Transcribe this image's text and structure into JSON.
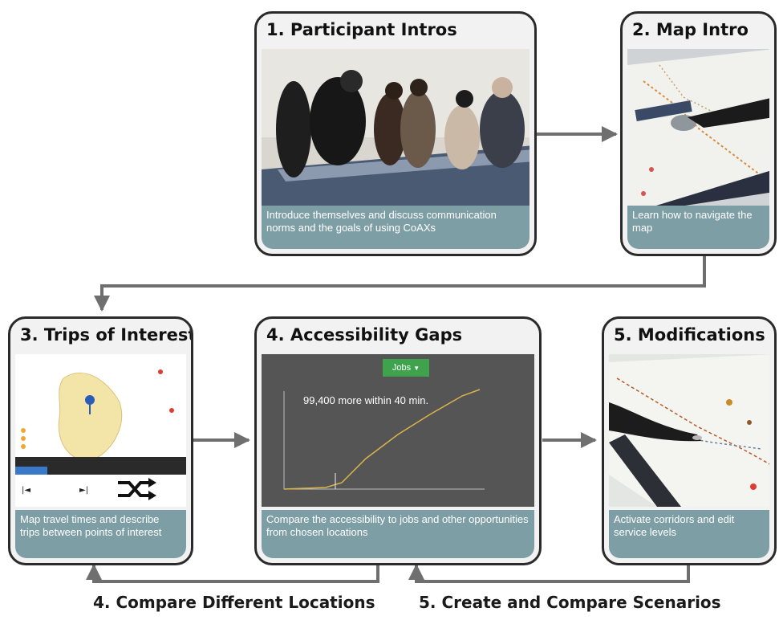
{
  "steps": [
    {
      "title": "1. Participant Intros",
      "description": "Introduce themselves and discuss communication norms and the goals of using CoAXs"
    },
    {
      "title": "2. Map Intro",
      "description": "Learn how to navigate the map"
    },
    {
      "title": "3. Trips of Interest",
      "description": "Map travel times and describe trips between points of interest"
    },
    {
      "title": "4. Accessibility Gaps",
      "description": "Compare the accessibility to jobs and other opportunities from chosen locations"
    },
    {
      "title": "5. Modifications",
      "description": "Activate corridors and edit service levels"
    }
  ],
  "loops": {
    "compare_locations": "4. Compare Different Locations",
    "create_scenarios": "5. Create and Compare Scenarios"
  },
  "accessibility_chart": {
    "dropdown_label": "Jobs",
    "annotation": "99,400 more within 40 min."
  },
  "colors": {
    "arrow": "#6f6f6f",
    "caption_bg": "#7e9ea6",
    "card_border": "#2a2a2a",
    "chart_bg": "#555555",
    "dropdown": "#3fa34d"
  }
}
